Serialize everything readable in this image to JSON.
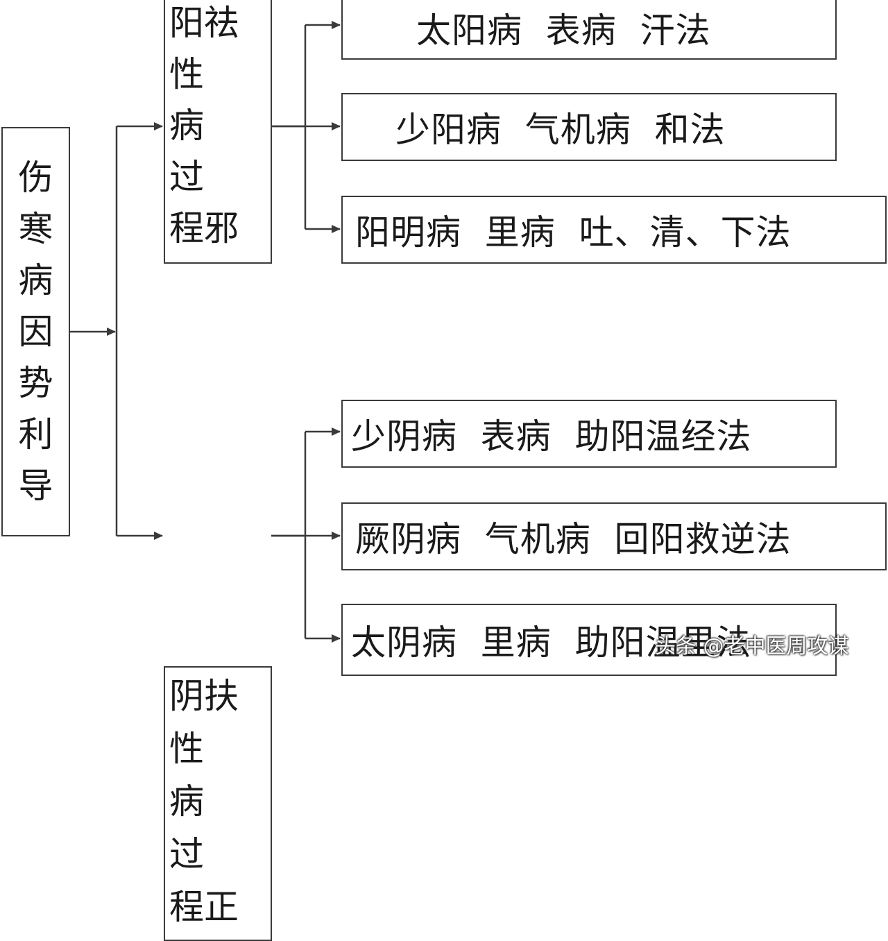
{
  "root": {
    "chars": [
      "伤",
      "寒",
      "病",
      "因",
      "势",
      "利",
      "导"
    ]
  },
  "mid_upper": {
    "lines": [
      "阳祛",
      "性",
      "病",
      "过",
      "程邪"
    ]
  },
  "mid_lower": {
    "lines": [
      "阴扶",
      "性",
      "病",
      "过",
      "程正"
    ]
  },
  "leaves_upper": [
    {
      "text": "太阳病  表病  汗法"
    },
    {
      "text": "少阳病  气机病  和法"
    },
    {
      "text": "阳明病  里病  吐、清、下法"
    }
  ],
  "leaves_lower": [
    {
      "text": "少阴病  表病  助阳温经法"
    },
    {
      "text": "厥阴病  气机病  回阳救逆法"
    },
    {
      "text": "太阴病  里病  助阳温里法"
    }
  ],
  "watermark": "头条 @老中医周攻谋",
  "colors": {
    "line": "#3a3a3a",
    "border": "#3a3a3a",
    "text": "#1a1a1a",
    "background": "#ffffff"
  }
}
